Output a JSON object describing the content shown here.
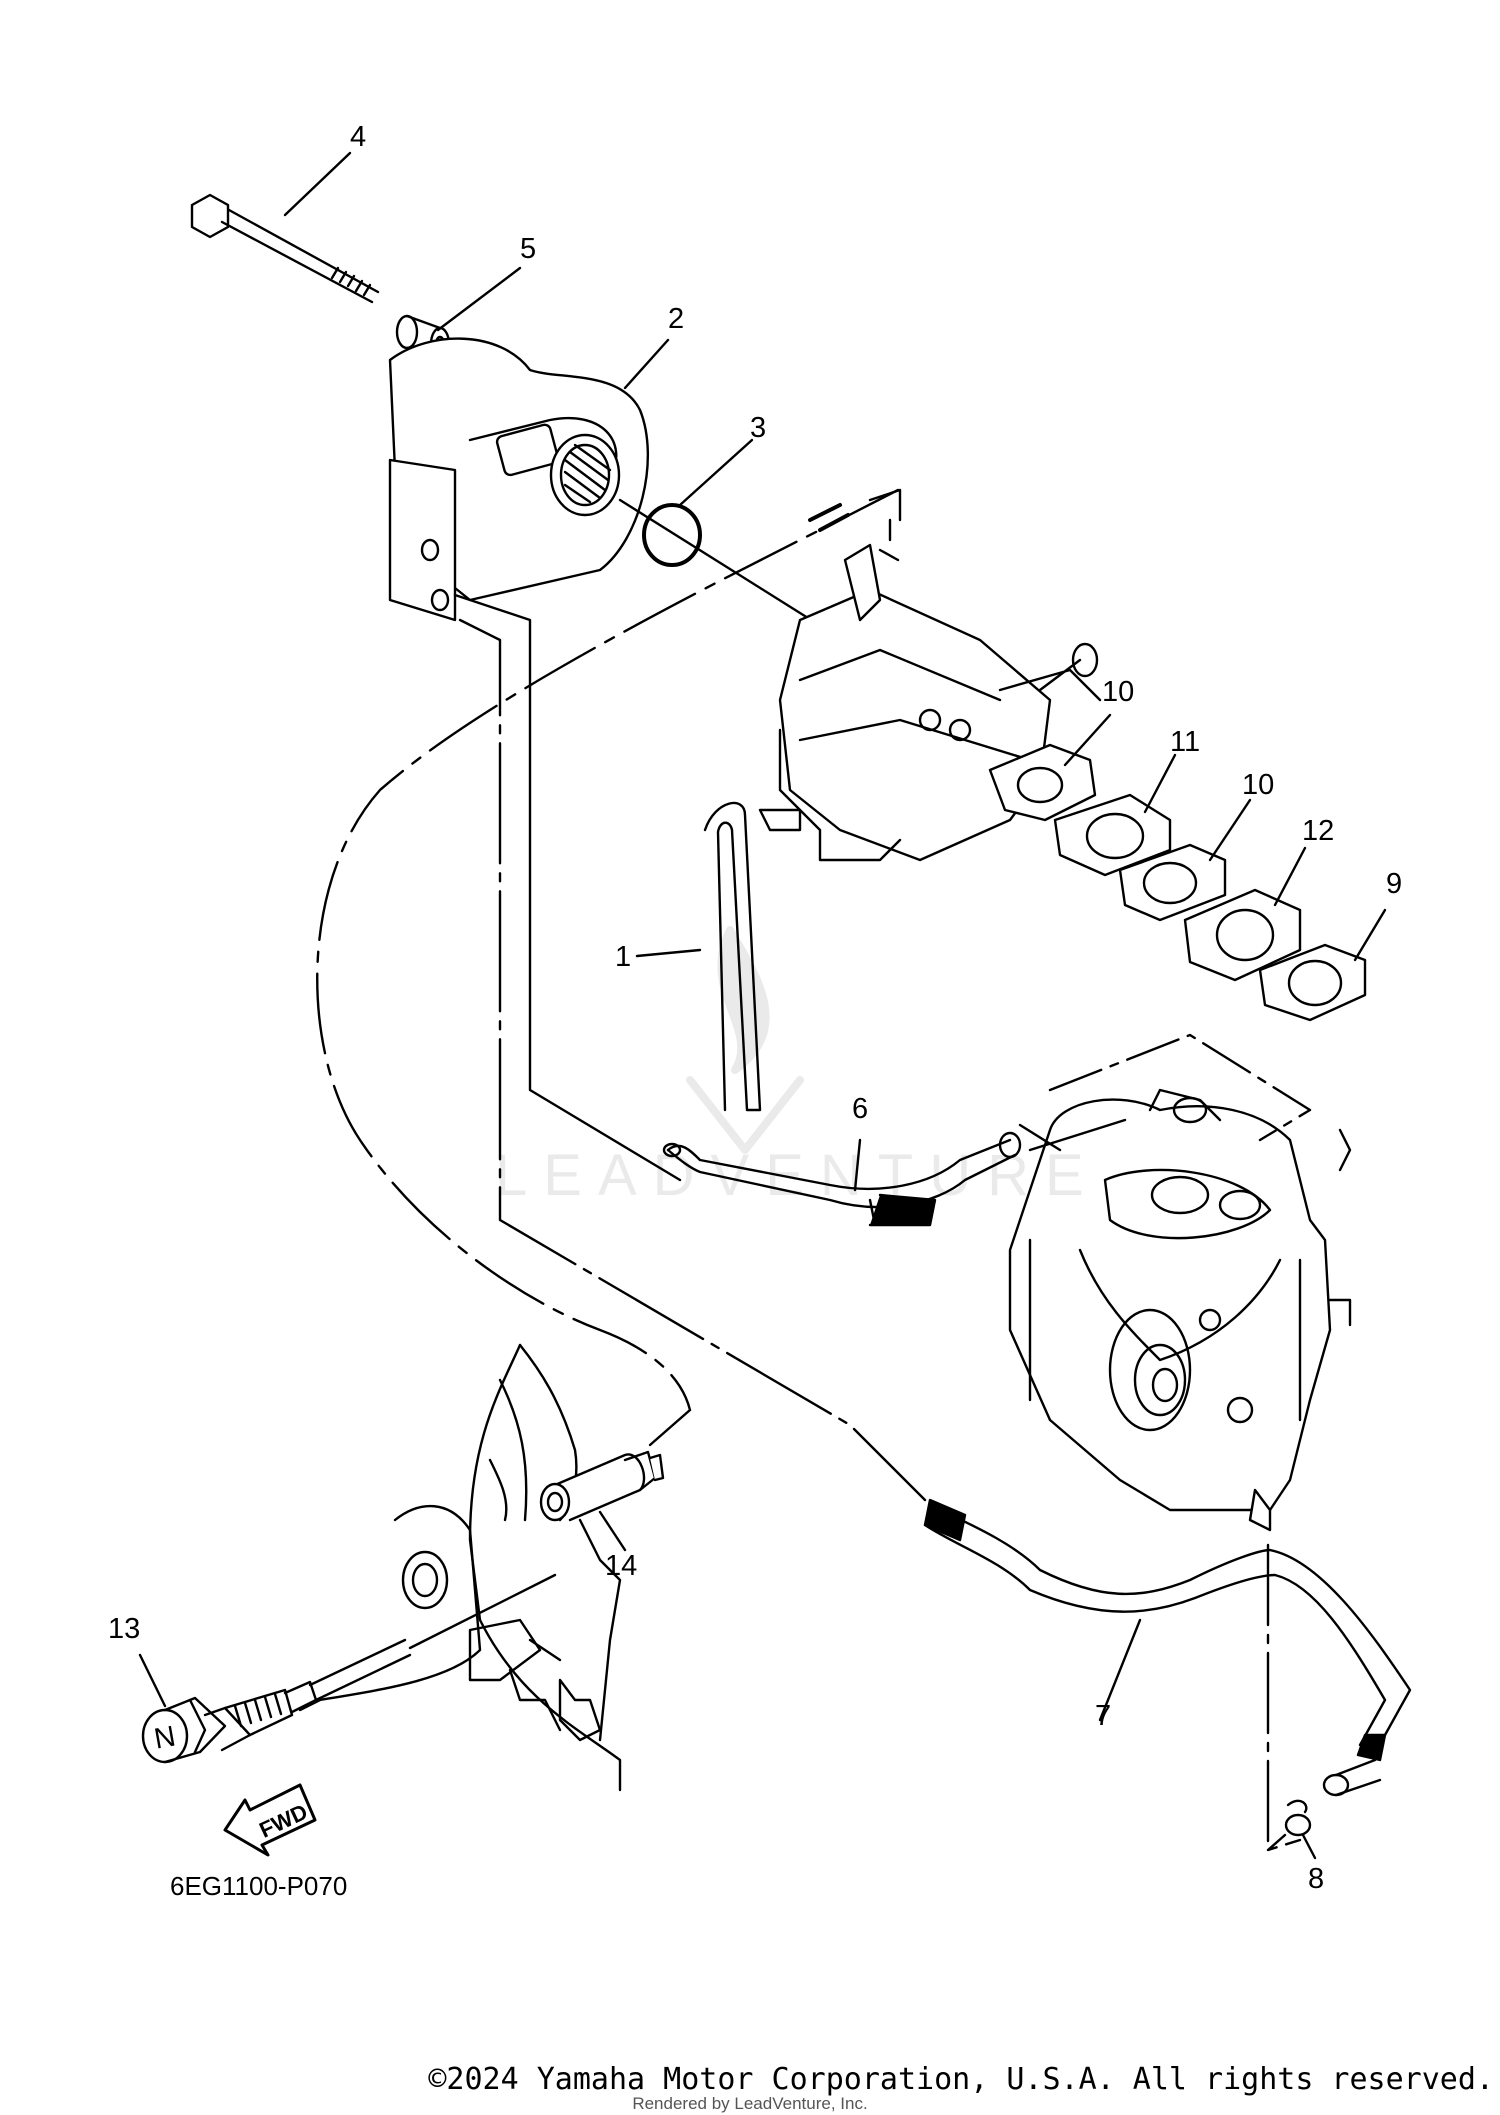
{
  "diagram": {
    "callouts": [
      {
        "id": "callout-1",
        "label": "1"
      },
      {
        "id": "callout-2",
        "label": "2"
      },
      {
        "id": "callout-3",
        "label": "3"
      },
      {
        "id": "callout-4",
        "label": "4"
      },
      {
        "id": "callout-5",
        "label": "5"
      },
      {
        "id": "callout-6",
        "label": "6"
      },
      {
        "id": "callout-7",
        "label": "7"
      },
      {
        "id": "callout-8",
        "label": "8"
      },
      {
        "id": "callout-9",
        "label": "9"
      },
      {
        "id": "callout-10a",
        "label": "10"
      },
      {
        "id": "callout-10b",
        "label": "10"
      },
      {
        "id": "callout-11",
        "label": "11"
      },
      {
        "id": "callout-12",
        "label": "12"
      },
      {
        "id": "callout-13",
        "label": "13"
      },
      {
        "id": "callout-14",
        "label": "14"
      }
    ],
    "diagram_code": "6EG1100-P070",
    "fwd_label": "FWD",
    "knob_glyph": "N",
    "watermark": "LEADVENTURE"
  },
  "footer": {
    "copyright": "©2024 Yamaha Motor Corporation, U.S.A. All rights reserved.",
    "rendered_by": "Rendered by LeadVenture, Inc."
  }
}
